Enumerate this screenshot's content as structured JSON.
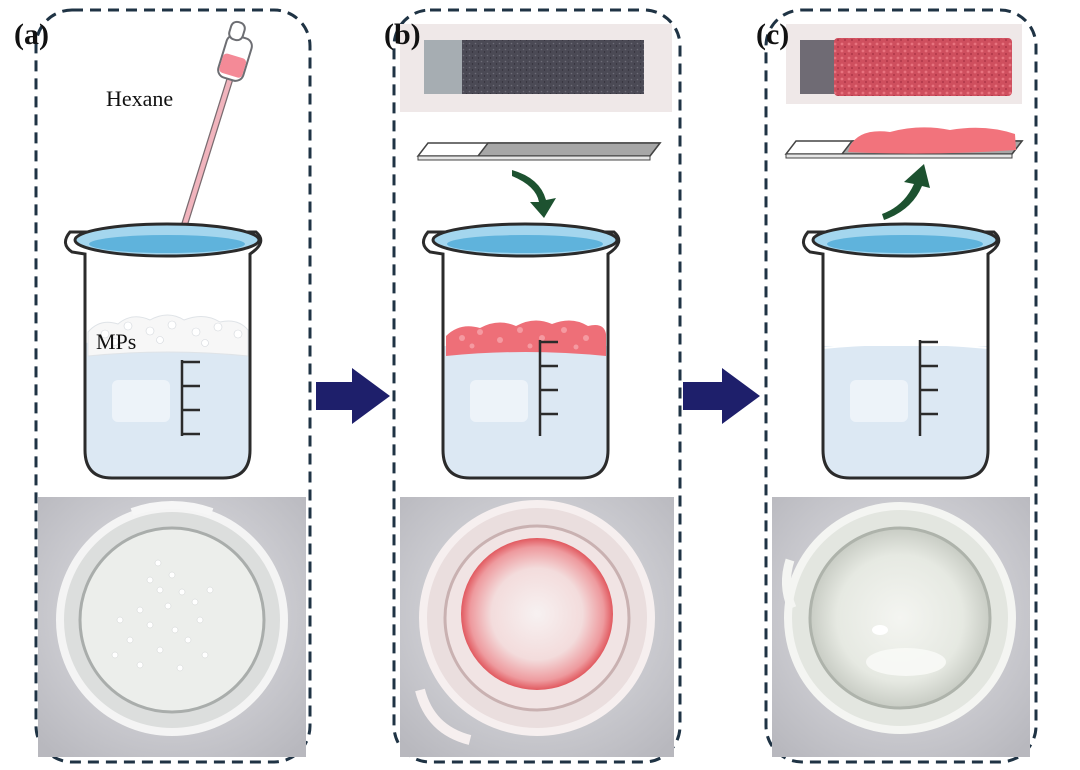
{
  "panels": {
    "a": {
      "label": "(a)",
      "solvent": "Hexane",
      "particles": "MPs"
    },
    "b": {
      "label": "(b)"
    },
    "c": {
      "label": "(c)"
    }
  },
  "colors": {
    "panel_border": "#1f3344",
    "flow_arrow": "#1e1f6b",
    "transfer_arrow": "#1d5230",
    "water": "#dce8f3",
    "water_top": "#5fb3dc",
    "glass_rim": "#a4d6ee",
    "microplastics_white": "#f4f4f4",
    "microplastics_pink": "#ee6f78",
    "photo_background": "#c9c9cf"
  }
}
